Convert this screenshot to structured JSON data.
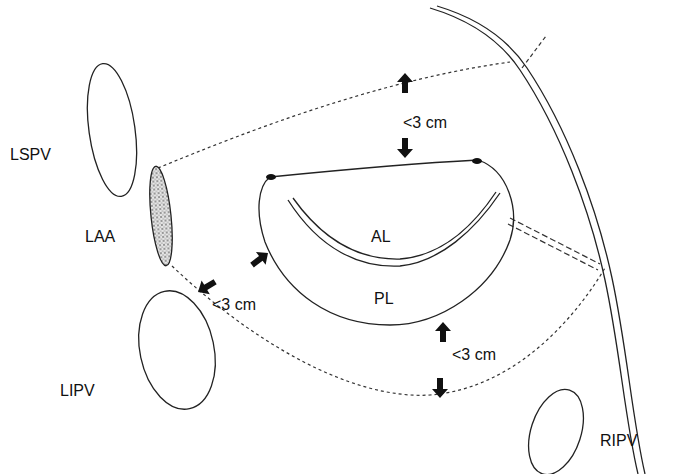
{
  "diagram": {
    "nodes": [
      {
        "text": [
          "LSPV"
        ]
      },
      {
        "text": [
          "LAA"
        ]
      },
      {
        "text": [
          "LIPV"
        ]
      },
      {
        "text": [
          "RIPV"
        ]
      },
      {
        "text": [
          "AL",
          "PL"
        ]
      }
    ],
    "labels": [
      "<3 cm",
      "<3 cm",
      "<3 cm"
    ]
  }
}
